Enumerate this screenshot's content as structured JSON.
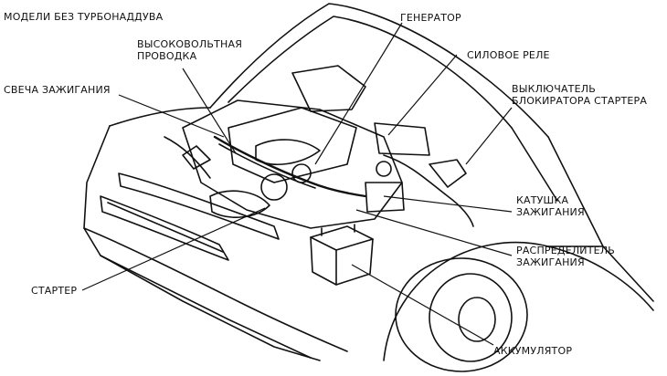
{
  "caption": "МОДЕЛИ БЕЗ ТУРБОНАДДУВА",
  "labels": {
    "hv_wiring": [
      "ВЫСОКОВОЛЬТНАЯ",
      "ПРОВОДКА"
    ],
    "spark_plug": "СВЕЧА ЗАЖИГАНИЯ",
    "generator": "ГЕНЕРАТОР",
    "power_relay": "СИЛОВОЕ РЕЛЕ",
    "starter_switch": [
      "ВЫКЛЮЧАТЕЛЬ",
      "БЛОКИРАТОРА СТАРТЕРА"
    ],
    "ignition_coil": [
      "КАТУШКА",
      "ЗАЖИГАНИЯ"
    ],
    "distributor": [
      "РАСПРЕДЕЛИТЕЛЬ",
      "ЗАЖИГАНИЯ"
    ],
    "starter": "СТАРТЕР",
    "battery": "АККУМУЛЯТОР"
  },
  "colors": {
    "ink": "#111111",
    "paper": "#ffffff"
  }
}
